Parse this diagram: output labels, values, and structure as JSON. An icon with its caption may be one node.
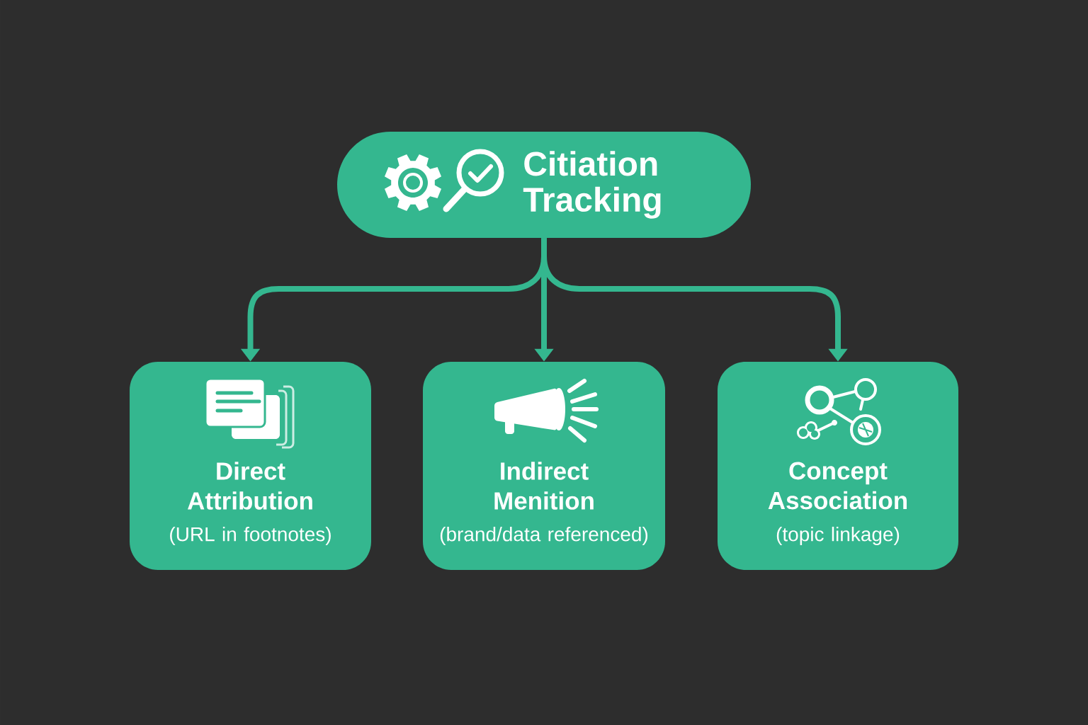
{
  "diagram": {
    "nodes": [
      {
        "text": [
          "Citiation Tracking"
        ]
      },
      {
        "text": [
          "Direct Attribution",
          "(URL in footnotes)"
        ]
      },
      {
        "text": [
          "Indirect Menition",
          "(brand/data referenced)"
        ]
      },
      {
        "text": [
          "Concept Association",
          "(topic linkage)"
        ]
      }
    ],
    "edges": [
      {
        "from": 0,
        "to": 1,
        "arrow": "to"
      },
      {
        "from": 0,
        "to": 2,
        "arrow": "to"
      },
      {
        "from": 0,
        "to": 3,
        "arrow": "to"
      }
    ]
  }
}
